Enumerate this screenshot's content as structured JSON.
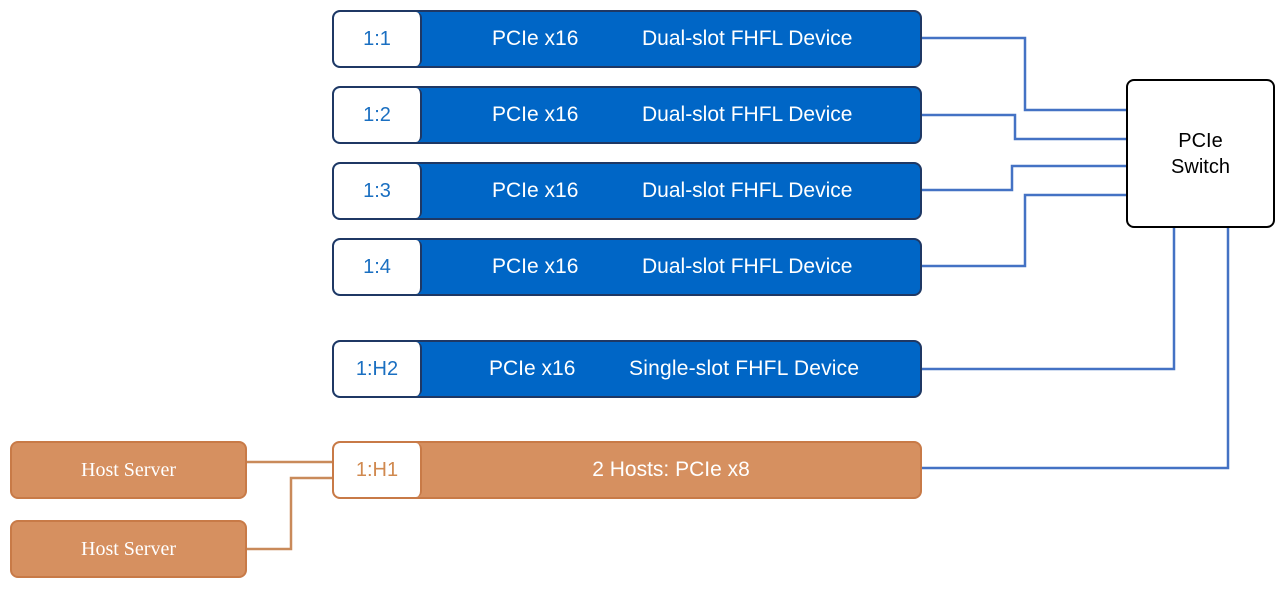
{
  "slots": [
    {
      "id": "1:1",
      "bus": "PCIe x16",
      "device": "Dual-slot FHFL Device"
    },
    {
      "id": "1:2",
      "bus": "PCIe x16",
      "device": "Dual-slot FHFL Device"
    },
    {
      "id": "1:3",
      "bus": "PCIe x16",
      "device": "Dual-slot FHFL Device"
    },
    {
      "id": "1:4",
      "bus": "PCIe x16",
      "device": "Dual-slot FHFL Device"
    },
    {
      "id": "1:H2",
      "bus": "PCIe x16",
      "device": "Single-slot FHFL Device"
    },
    {
      "id": "1:H1",
      "label": "2 Hosts: PCIe x8"
    }
  ],
  "hosts": [
    {
      "label": "Host Server"
    },
    {
      "label": "Host Server"
    }
  ],
  "switch": {
    "label": "PCIe\nSwitch"
  },
  "colors": {
    "device_fill": "#0066c6",
    "device_border": "#1f3864",
    "host_fill": "#d69060",
    "host_border": "#c87a47",
    "blue_line": "#4472c4",
    "orange_line": "#c98a5a"
  }
}
